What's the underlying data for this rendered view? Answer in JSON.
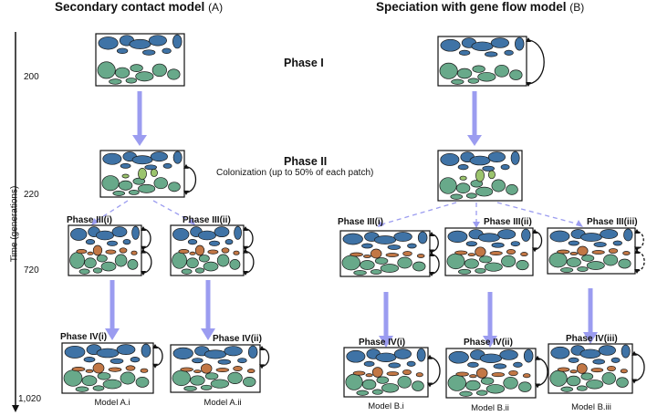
{
  "titles": {
    "left": "Secondary contact model",
    "left_tag": "(A)",
    "right": "Speciation with gene flow model",
    "right_tag": "(B)"
  },
  "time_axis": {
    "label": "Time (generations)",
    "ticks": [
      "200",
      "220",
      "720",
      "1,020"
    ]
  },
  "phases": {
    "phase1": "Phase I",
    "phase2": "Phase II",
    "phase2_sub": "Colonization (up to 50% of each patch)",
    "a_iii_i": "Phase III(i)",
    "a_iii_ii": "Phase III(ii)",
    "a_iv_i": "Phase IV(i)",
    "a_iv_ii": "Phase IV(ii)",
    "b_iii_i": "Phase III(i)",
    "b_iii_ii": "Phase III(ii)",
    "b_iii_iii": "Phase III(iii)",
    "b_iv_i": "Phase IV(i)",
    "b_iv_ii": "Phase IV(ii)",
    "b_iv_iii": "Phase IV(iii)"
  },
  "models": {
    "a_i": "Model A.i",
    "a_ii": "Model A.ii",
    "b_i": "Model B.i",
    "b_ii": "Model B.ii",
    "b_iii": "Model B.iii"
  },
  "colors": {
    "blue_patch": "#3f73a6",
    "green_patch": "#68a98a",
    "orange_patch": "#c27745",
    "light_green": "#9bc46d",
    "arrow": "#9b9cf0",
    "box_border": "#111111"
  }
}
